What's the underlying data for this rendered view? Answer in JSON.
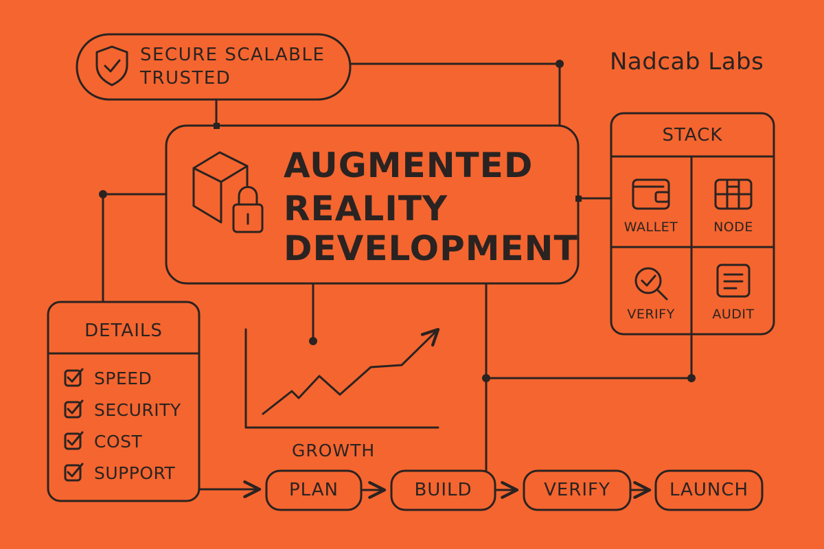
{
  "brand": "Nadcab Labs",
  "badge": {
    "line1": "SECURE SCALABLE",
    "line2": "TRUSTED",
    "icon": "shield-check-icon"
  },
  "title": {
    "line1": "AUGMENTED",
    "line2": "REALITY",
    "line3": "DEVELOPMENT",
    "icon": "cube-lock-icon"
  },
  "stack": {
    "header": "STACK",
    "cells": [
      {
        "label": "WALLET",
        "icon": "wallet-icon"
      },
      {
        "label": "NODE",
        "icon": "node-grid-icon"
      },
      {
        "label": "VERIFY",
        "icon": "magnifier-check-icon"
      },
      {
        "label": "AUDIT",
        "icon": "document-icon"
      }
    ]
  },
  "details": {
    "header": "DETAILS",
    "items": [
      "SPEED",
      "SECURITY",
      "COST",
      "SUPPORT"
    ]
  },
  "growth": {
    "label": "GROWTH",
    "icon": "growth-chart-icon"
  },
  "flow": {
    "steps": [
      "PLAN",
      "BUILD",
      "VERIFY",
      "LAUNCH"
    ]
  },
  "colors": {
    "background": "#F5652F",
    "ink": "#2A2321"
  }
}
